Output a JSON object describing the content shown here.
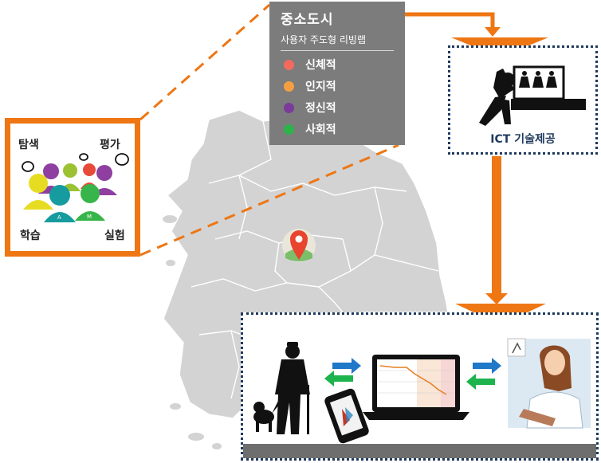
{
  "legend": {
    "title": "중소도시",
    "subtitle": "사용자 주도형 리빙랩",
    "items": [
      {
        "label": "신체적",
        "color": "#f26a5e"
      },
      {
        "label": "인지적",
        "color": "#f5a040"
      },
      {
        "label": "정신적",
        "color": "#7a3b9a"
      },
      {
        "label": "사회적",
        "color": "#2db34a"
      }
    ]
  },
  "participants": {
    "labels": {
      "top_left": "탐색",
      "top_right": "평가",
      "bottom_left": "학습",
      "bottom_right": "실험"
    },
    "shirt_letters": [
      "A",
      "M"
    ]
  },
  "ict": {
    "caption": "ICT 기술제공"
  },
  "colors": {
    "accent_orange": "#ee7613",
    "map_grey": "#d3d3d3",
    "frame_navy": "#1f3a5c",
    "arrow_blue": "#1f78c8",
    "arrow_green": "#1db34d"
  }
}
